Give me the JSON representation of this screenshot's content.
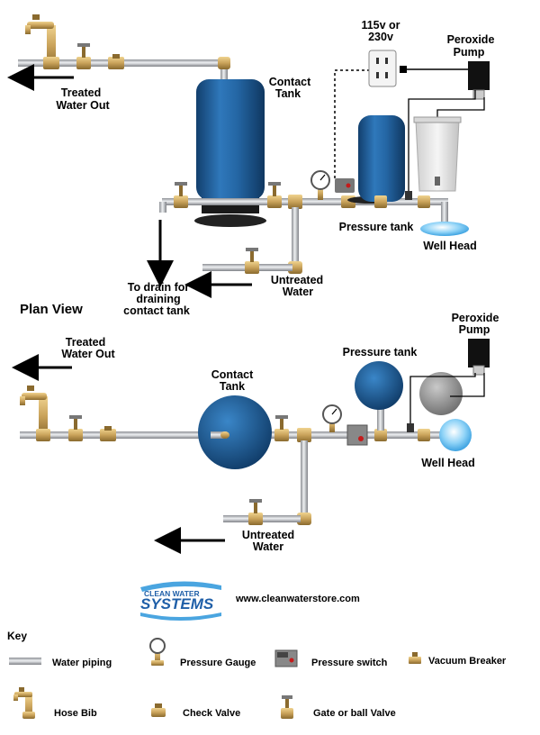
{
  "elevation": {
    "treated_out": [
      "Treated",
      "Water Out"
    ],
    "contact_tank": [
      "Contact",
      "Tank"
    ],
    "outlet": [
      "115v or",
      "230v"
    ],
    "peroxide_pump": [
      "Peroxide",
      "Pump"
    ],
    "pressure_tank": "Pressure tank",
    "well_head": "Well Head",
    "drain": [
      "To drain for",
      "draining",
      "contact tank"
    ],
    "untreated": [
      "Untreated",
      "Water"
    ]
  },
  "plan": {
    "title": "Plan View",
    "treated_out": [
      "Treated",
      "Water Out"
    ],
    "contact_tank": [
      "Contact",
      "Tank"
    ],
    "pressure_tank": "Pressure tank",
    "peroxide_pump": [
      "Peroxide",
      "Pump"
    ],
    "well_head": "Well Head",
    "untreated": [
      "Untreated",
      "Water"
    ]
  },
  "brand": {
    "line1": "CLEAN WATER",
    "line2": "SYSTEMS",
    "url": "www.cleanwaterstore.com"
  },
  "key": {
    "title": "Key",
    "items": [
      "Water piping",
      "Pressure Gauge",
      "Pressure switch",
      "Vacuum Breaker",
      "Hose Bib",
      "Check Valve",
      "Gate or ball Valve"
    ]
  },
  "colors": {
    "pipe": "#b9bcc0",
    "tank_blue": "#1f5f9c",
    "brass": "#c9a25a",
    "water": "#29a6e8"
  }
}
